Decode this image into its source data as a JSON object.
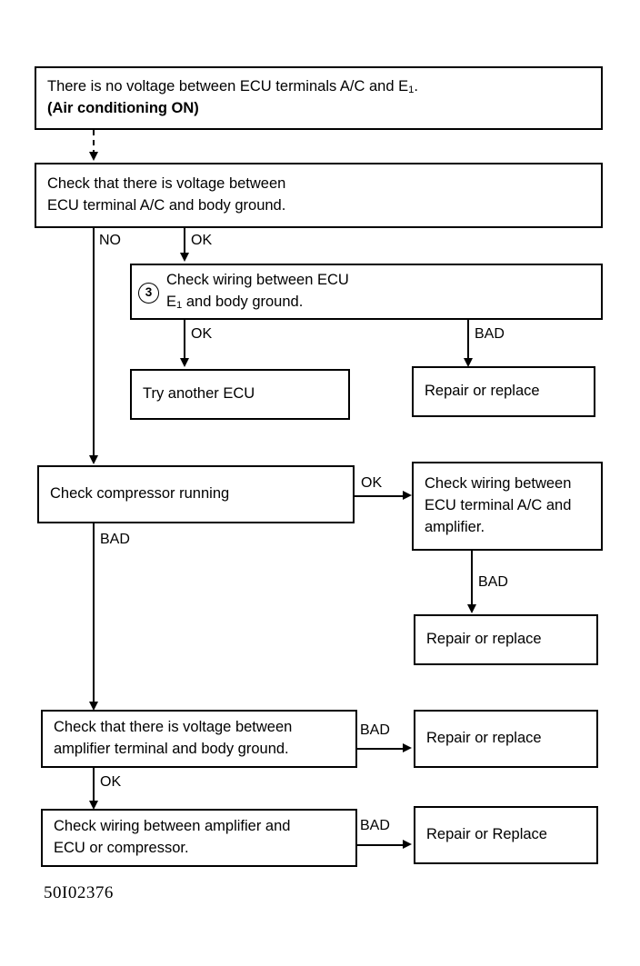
{
  "figure": {
    "caption": "50I02376",
    "type": "troubleshooting-flowchart",
    "line_color": "#000000",
    "background": "#ffffff"
  },
  "nodes": {
    "symptom": {
      "line1": "There is no voltage between ECU terminals A/C and E",
      "line1_sub": "1",
      "line1_tail": ".",
      "line2": "(Air conditioning ON)"
    },
    "check_ecu_voltage": {
      "line1": "Check that there is voltage between",
      "line2": "ECU terminal A/C and body ground."
    },
    "check_ecu_ground_wiring": {
      "marker": "3",
      "line1": "Check wiring between ECU",
      "line2_pre": "E",
      "line2_sub": "1",
      "line2_post": " and body ground."
    },
    "try_another_ecu": {
      "line1": "Try another ECU"
    },
    "repair_or_replace_1": {
      "line1": "Repair or replace"
    },
    "check_compressor": {
      "line1": "Check compressor running"
    },
    "check_amp_wiring": {
      "line1": "Check wiring between",
      "line2": "ECU terminal A/C and",
      "line3": "amplifier."
    },
    "repair_or_replace_2": {
      "line1": "Repair or replace"
    },
    "check_amp_voltage": {
      "line1": "Check that there is voltage between",
      "line2": "amplifier terminal and body ground."
    },
    "repair_or_replace_3": {
      "line1": "Repair or replace"
    },
    "check_amp_ecu_wiring": {
      "line1": "Check wiring between amplifier and",
      "line2": "ECU or compressor."
    },
    "repair_or_replace_4": {
      "line1": "Repair or Replace"
    }
  },
  "edge_labels": {
    "no_1": "NO",
    "ok_1": "OK",
    "ok_2": "OK",
    "bad_1": "BAD",
    "ok_3": "OK",
    "bad_2": "BAD",
    "bad_3": "BAD",
    "bad_4": "BAD",
    "ok_4": "OK",
    "bad_5": "BAD"
  }
}
